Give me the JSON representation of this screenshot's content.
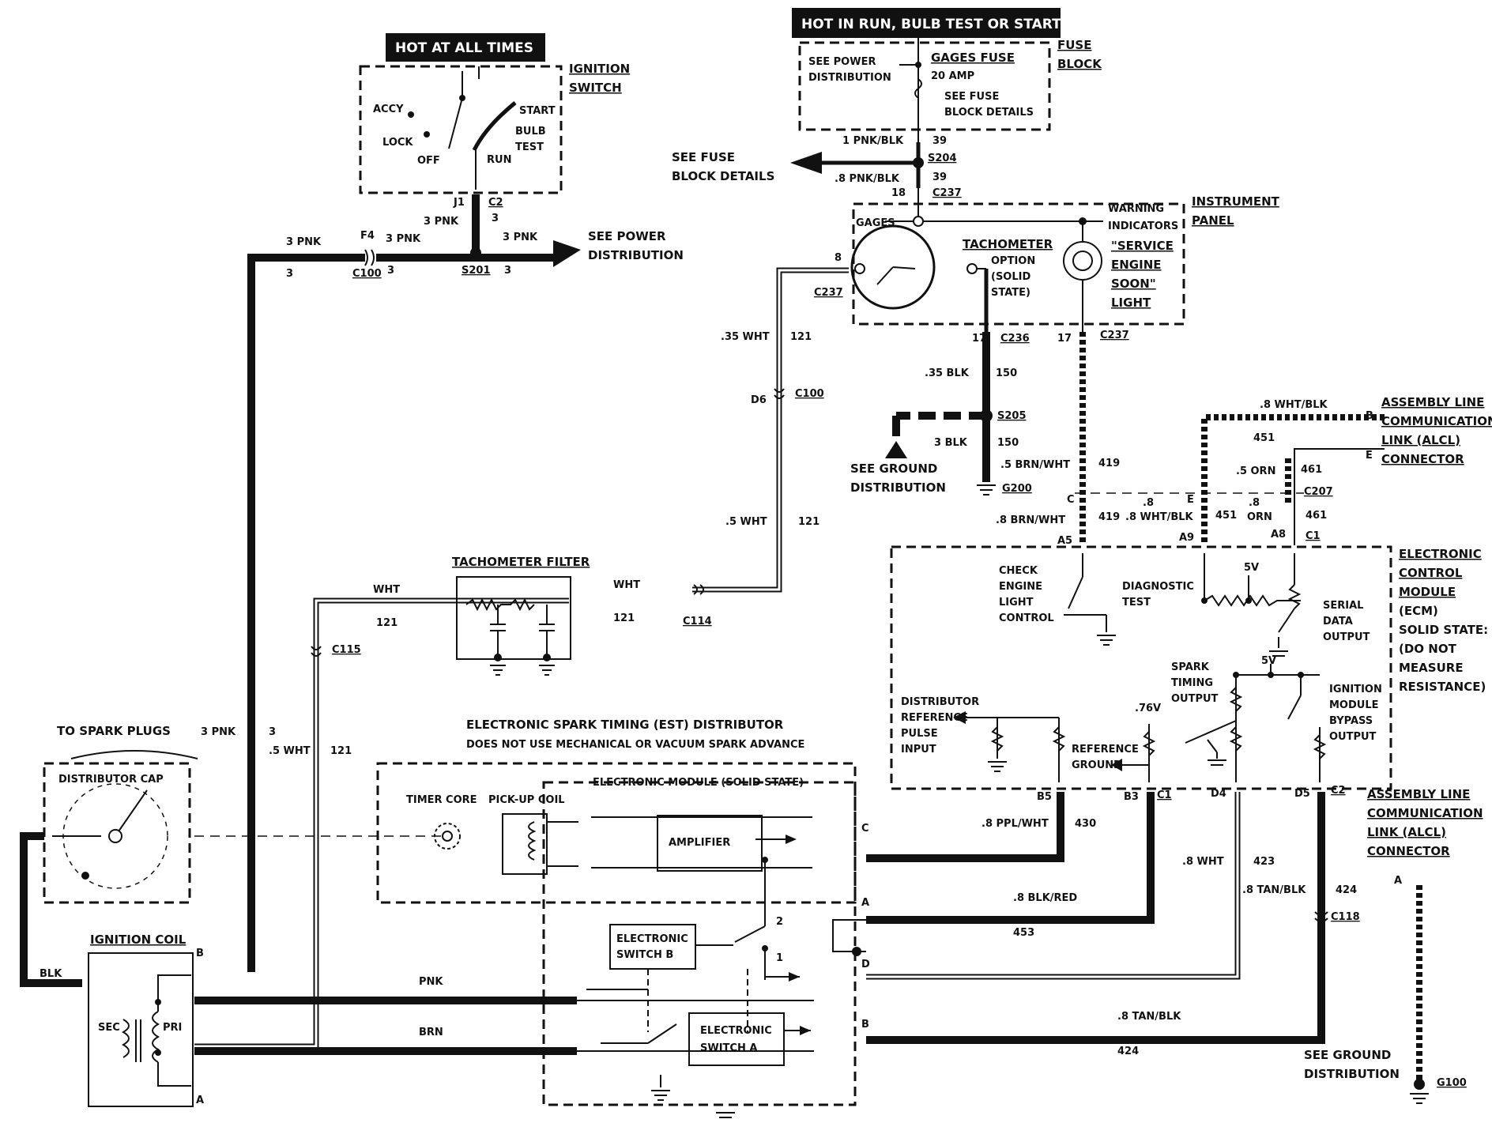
{
  "banners": {
    "hot_all_times": "HOT AT ALL TIMES",
    "hot_in_run": "HOT IN RUN,  BULB TEST OR START"
  },
  "ignition_switch": {
    "title": [
      "IGNITION",
      "SWITCH"
    ],
    "positions": [
      "ACCY",
      "LOCK",
      "OFF",
      "START",
      "BULB",
      "TEST",
      "RUN"
    ]
  },
  "fuse_block": {
    "title": [
      "FUSE",
      "BLOCK"
    ],
    "fuse_name": "GAGES FUSE",
    "fuse_rating": "20 AMP",
    "see_power": [
      "SEE POWER",
      "DISTRIBUTION"
    ],
    "see_fuse": [
      "SEE FUSE",
      "BLOCK DETAILS"
    ]
  },
  "see_fuse_block_details": [
    "SEE FUSE",
    "BLOCK DETAILS"
  ],
  "see_power_distribution": [
    "SEE POWER",
    "DISTRIBUTION"
  ],
  "see_ground_distribution_1": [
    "SEE GROUND",
    "DISTRIBUTION"
  ],
  "see_ground_distribution_2": [
    "SEE GROUND",
    "DISTRIBUTION"
  ],
  "instrument_panel": {
    "title": [
      "INSTRUMENT",
      "PANEL"
    ],
    "gages": "GAGES",
    "tach_title": "TACHOMETER",
    "tach_note": [
      "OPTION",
      "(SOLID",
      "STATE)"
    ],
    "warning": [
      "WARNING",
      "INDICATORS"
    ],
    "service_light": [
      "\"SERVICE",
      "ENGINE",
      "SOON\"",
      "LIGHT"
    ]
  },
  "alcl_top": [
    "ASSEMBLY LINE",
    "COMMUNICATION",
    "LINK (ALCL)",
    "CONNECTOR"
  ],
  "alcl_bottom": [
    "ASSEMBLY LINE",
    "COMMUNICATION",
    "LINK (ALCL)",
    "CONNECTOR"
  ],
  "ecm": {
    "title": [
      "ELECTRONIC",
      "CONTROL",
      "MODULE",
      "(ECM)",
      "SOLID STATE:",
      "(DO NOT",
      "MEASURE",
      "RESISTANCE)"
    ],
    "check_engine": [
      "CHECK",
      "ENGINE",
      "LIGHT",
      "CONTROL"
    ],
    "diag_test": [
      "DIAGNOSTIC",
      "TEST"
    ],
    "serial": [
      "SERIAL",
      "DATA",
      "OUTPUT"
    ],
    "spark_timing": [
      "SPARK",
      "TIMING",
      "OUTPUT"
    ],
    "ign_bypass": [
      "IGNITION",
      "MODULE",
      "BYPASS",
      "OUTPUT"
    ],
    "dist_ref": [
      "DISTRIBUTOR",
      "REFERENCE",
      "PULSE",
      "INPUT"
    ],
    "ref_ground": [
      "REFERENCE",
      "GROUND"
    ],
    "v5a": "5V",
    "v5b": "5V",
    "v76": ".76V"
  },
  "tach_filter": "TACHOMETER FILTER",
  "distributor": {
    "title": "ELECTRONIC SPARK TIMING (EST) DISTRIBUTOR",
    "subtitle": "DOES NOT USE MECHANICAL OR VACUUM SPARK ADVANCE",
    "to_plugs": "TO SPARK PLUGS",
    "cap": "DISTRIBUTOR CAP",
    "timer_core": "TIMER CORE",
    "pickup_coil": "PICK-UP COIL",
    "module": "ELECTRONIC MODULE (SOLID STATE)",
    "amplifier": "AMPLIFIER",
    "switch_b": [
      "ELECTRONIC",
      "SWITCH B"
    ],
    "switch_a": [
      "ELECTRONIC",
      "SWITCH A"
    ]
  },
  "ignition_coil": {
    "title": "IGNITION COIL",
    "sec": "SEC",
    "pri": "PRI"
  },
  "labels": {
    "pnk_blk_1": "1 PNK/BLK",
    "pnk_blk_8": ".8 PNK/BLK",
    "n39a": "39",
    "n39b": "39",
    "n18": "18",
    "s204": "S204",
    "c237a": "C237",
    "pnk3a": "3 PNK",
    "pnk3b": "3 PNK",
    "pnk3c": "3 PNK",
    "pnk3d": "3 PNK",
    "pnk3e": "3 PNK",
    "f4": "F4",
    "j1": "J1",
    "c2": "C2",
    "n3a": "3",
    "n3b": "3",
    "n3c": "3",
    "n3d": "3",
    "n3e": "3",
    "c100a": "C100",
    "s201": "S201",
    "n8": "8",
    "c237b": "C237",
    "wht35": ".35 WHT",
    "n121a": "121",
    "d6": "D6",
    "c100b": "C100",
    "wht5": ".5 WHT",
    "n121b": "121",
    "n17a": "17",
    "c236": "C236",
    "n17b": "17",
    "c237c": "C237",
    "blk35": ".35 BLK",
    "n150a": "150",
    "s205": "S205",
    "blk3": "3 BLK",
    "n150b": "150",
    "g200": "G200",
    "brnwht5": ".5 BRN/WHT",
    "n419a": "419",
    "whtblk8a": ".8 WHT/BLK",
    "n451a": "451",
    "orn5": ".5 ORN",
    "n461a": "461",
    "pinB": "B",
    "pinE": "E",
    "pinC": "C",
    "pinE2": "E",
    "c207": "C207",
    "brnwht8": ".8 BRN/WHT",
    "n419b": "419",
    "n8a": ".8",
    "whtblk8b": ".8 WHT/BLK",
    "n451b": "451",
    "n8b": ".8",
    "orn": "ORN",
    "n461b": "461",
    "a5": "A5",
    "a9": "A9",
    "a8": "A8",
    "c1a": "C1",
    "wht_f1": "WHT",
    "n121c": "121",
    "wht_f2": "WHT",
    "n121d": "121",
    "c114": "C114",
    "c115": "C115",
    "wht5b": ".5 WHT",
    "n121e": "121",
    "b5": "B5",
    "b3": "B3",
    "c1b": "C1",
    "d4": "D4",
    "d5": "D5",
    "c2b": "C2",
    "ppl": ".8 PPL/WHT",
    "n430": "430",
    "wht8": ".8 WHT",
    "n423": "423",
    "tanblk8a": ".8 TAN/BLK",
    "n424a": "424",
    "c118": "C118",
    "blkred": ".8 BLK/RED",
    "n453": "453",
    "pnk": "PNK",
    "brn": "BRN",
    "tanblk8b": ".8 TAN/BLK",
    "n424b": "424",
    "blk": "BLK",
    "pinA_alcl": "A",
    "g100": "G100",
    "modC": "C",
    "modA": "A",
    "modD": "D",
    "modB": "B",
    "coilB": "B",
    "coilA": "A",
    "sw2": "2",
    "sw1": "1"
  }
}
